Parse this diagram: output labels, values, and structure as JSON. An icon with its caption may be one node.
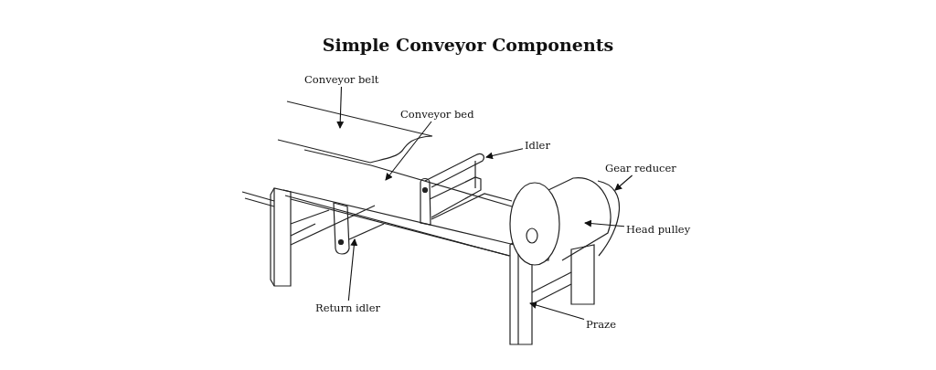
{
  "diagram": {
    "title": "Simple Conveyor Components",
    "nodes": [
      {
        "text": [
          "Conveyor belt"
        ]
      },
      {
        "text": [
          "Conveyor bed"
        ]
      },
      {
        "text": [
          "Idler"
        ]
      },
      {
        "text": [
          "Gear reducer"
        ]
      },
      {
        "text": [
          "Head pulley"
        ]
      },
      {
        "text": [
          "Return idler"
        ]
      },
      {
        "text": [
          "Praze"
        ]
      }
    ],
    "edges": [
      {
        "from": 0,
        "to": null,
        "arrow": "to"
      },
      {
        "from": 1,
        "to": null,
        "arrow": "to"
      },
      {
        "from": 2,
        "to": null,
        "arrow": "to"
      },
      {
        "from": 3,
        "to": null,
        "arrow": "to"
      },
      {
        "from": 4,
        "to": null,
        "arrow": "to"
      },
      {
        "from": 5,
        "to": null,
        "arrow": "to"
      },
      {
        "from": 6,
        "to": null,
        "arrow": "to"
      }
    ]
  }
}
